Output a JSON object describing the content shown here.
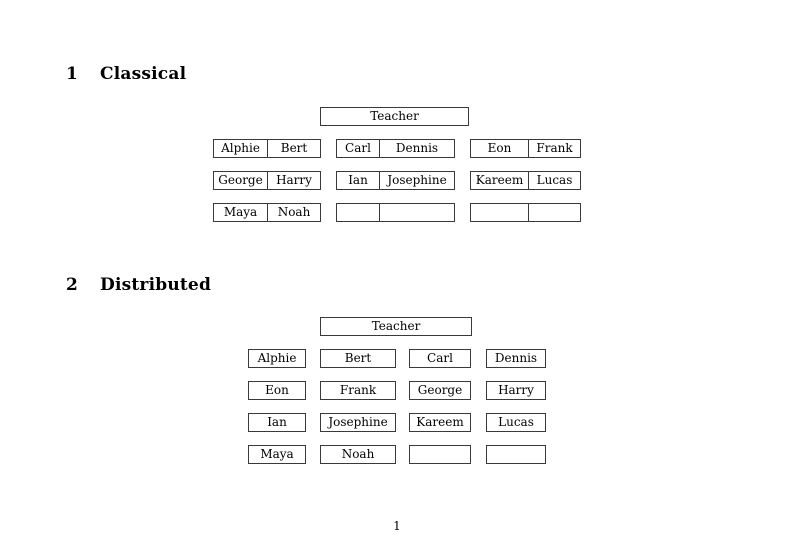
{
  "document": {
    "page_number": "1",
    "border_color": "#3a3a3a",
    "text_color": "#000000",
    "background_color": "#ffffff"
  },
  "sections": [
    {
      "number": "1",
      "title": "Classical",
      "teacher_label": "Teacher",
      "layout": "joined-pairs",
      "groups": [
        {
          "rows": [
            [
              "Alphie",
              "Bert"
            ],
            [
              "George",
              "Harry"
            ],
            [
              "Maya",
              "Noah"
            ]
          ]
        },
        {
          "rows": [
            [
              "Carl",
              "Dennis"
            ],
            [
              "Ian",
              "Josephine"
            ],
            [
              "",
              ""
            ]
          ]
        },
        {
          "rows": [
            [
              "Eon",
              "Frank"
            ],
            [
              "Kareem",
              "Lucas"
            ],
            [
              "",
              ""
            ]
          ]
        }
      ]
    },
    {
      "number": "2",
      "title": "Distributed",
      "teacher_label": "Teacher",
      "layout": "separate-boxes",
      "rows": [
        [
          "Alphie",
          "Bert",
          "Carl",
          "Dennis"
        ],
        [
          "Eon",
          "Frank",
          "George",
          "Harry"
        ],
        [
          "Ian",
          "Josephine",
          "Kareem",
          "Lucas"
        ],
        [
          "Maya",
          "Noah",
          "",
          ""
        ]
      ]
    }
  ]
}
